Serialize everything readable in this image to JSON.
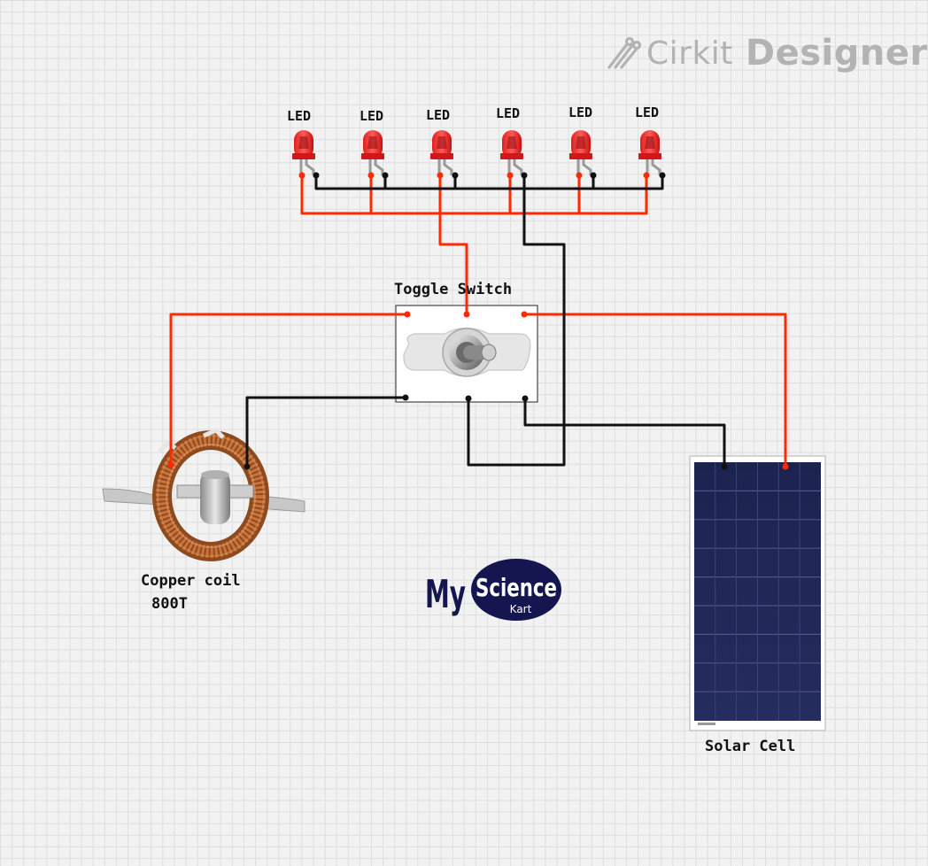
{
  "brand": {
    "prefix": "Cirkit",
    "suffix": "Designer",
    "icon": "cirkit-designer-icon",
    "color": "#b3b3b3"
  },
  "diagram": {
    "leds": [
      {
        "label": "LED"
      },
      {
        "label": "LED"
      },
      {
        "label": "LED"
      },
      {
        "label": "LED"
      },
      {
        "label": "LED"
      },
      {
        "label": "LED"
      }
    ],
    "toggle_switch": {
      "label": "Toggle Switch"
    },
    "copper_coil": {
      "label_line1": "Copper coil",
      "label_line2": "800T"
    },
    "solar_cell": {
      "label": "Solar Cell"
    },
    "logo": {
      "my": "My",
      "science": "Science",
      "kart": "Kart",
      "color": "#151650"
    },
    "wire_colors": {
      "positive": "#ff2a00",
      "negative": "#111111"
    }
  }
}
